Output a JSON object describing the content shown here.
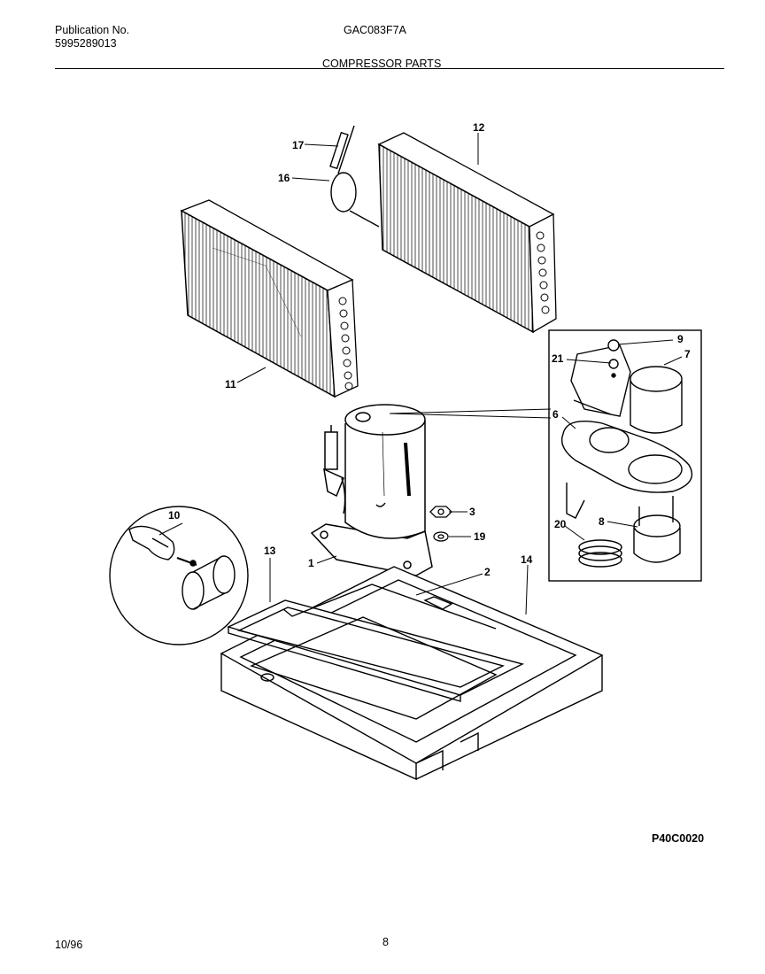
{
  "header": {
    "publication_label": "Publication No.",
    "publication_number": "5995289013",
    "model": "GAC083F7A",
    "section_title": "COMPRESSOR PARTS"
  },
  "diagram": {
    "callouts": [
      {
        "id": "p1",
        "text": "1"
      },
      {
        "id": "p2",
        "text": "2"
      },
      {
        "id": "p3",
        "text": "3"
      },
      {
        "id": "p6",
        "text": "6"
      },
      {
        "id": "p7",
        "text": "7"
      },
      {
        "id": "p8",
        "text": "8"
      },
      {
        "id": "p9",
        "text": "9"
      },
      {
        "id": "p10",
        "text": "10"
      },
      {
        "id": "p11",
        "text": "11"
      },
      {
        "id": "p12",
        "text": "12"
      },
      {
        "id": "p13",
        "text": "13"
      },
      {
        "id": "p14",
        "text": "14"
      },
      {
        "id": "p16",
        "text": "16"
      },
      {
        "id": "p17",
        "text": "17"
      },
      {
        "id": "p19",
        "text": "19"
      },
      {
        "id": "p20",
        "text": "20"
      },
      {
        "id": "p21",
        "text": "21"
      }
    ],
    "drawing_code": "P40C0020"
  },
  "footer": {
    "date": "10/96",
    "page": "8"
  }
}
